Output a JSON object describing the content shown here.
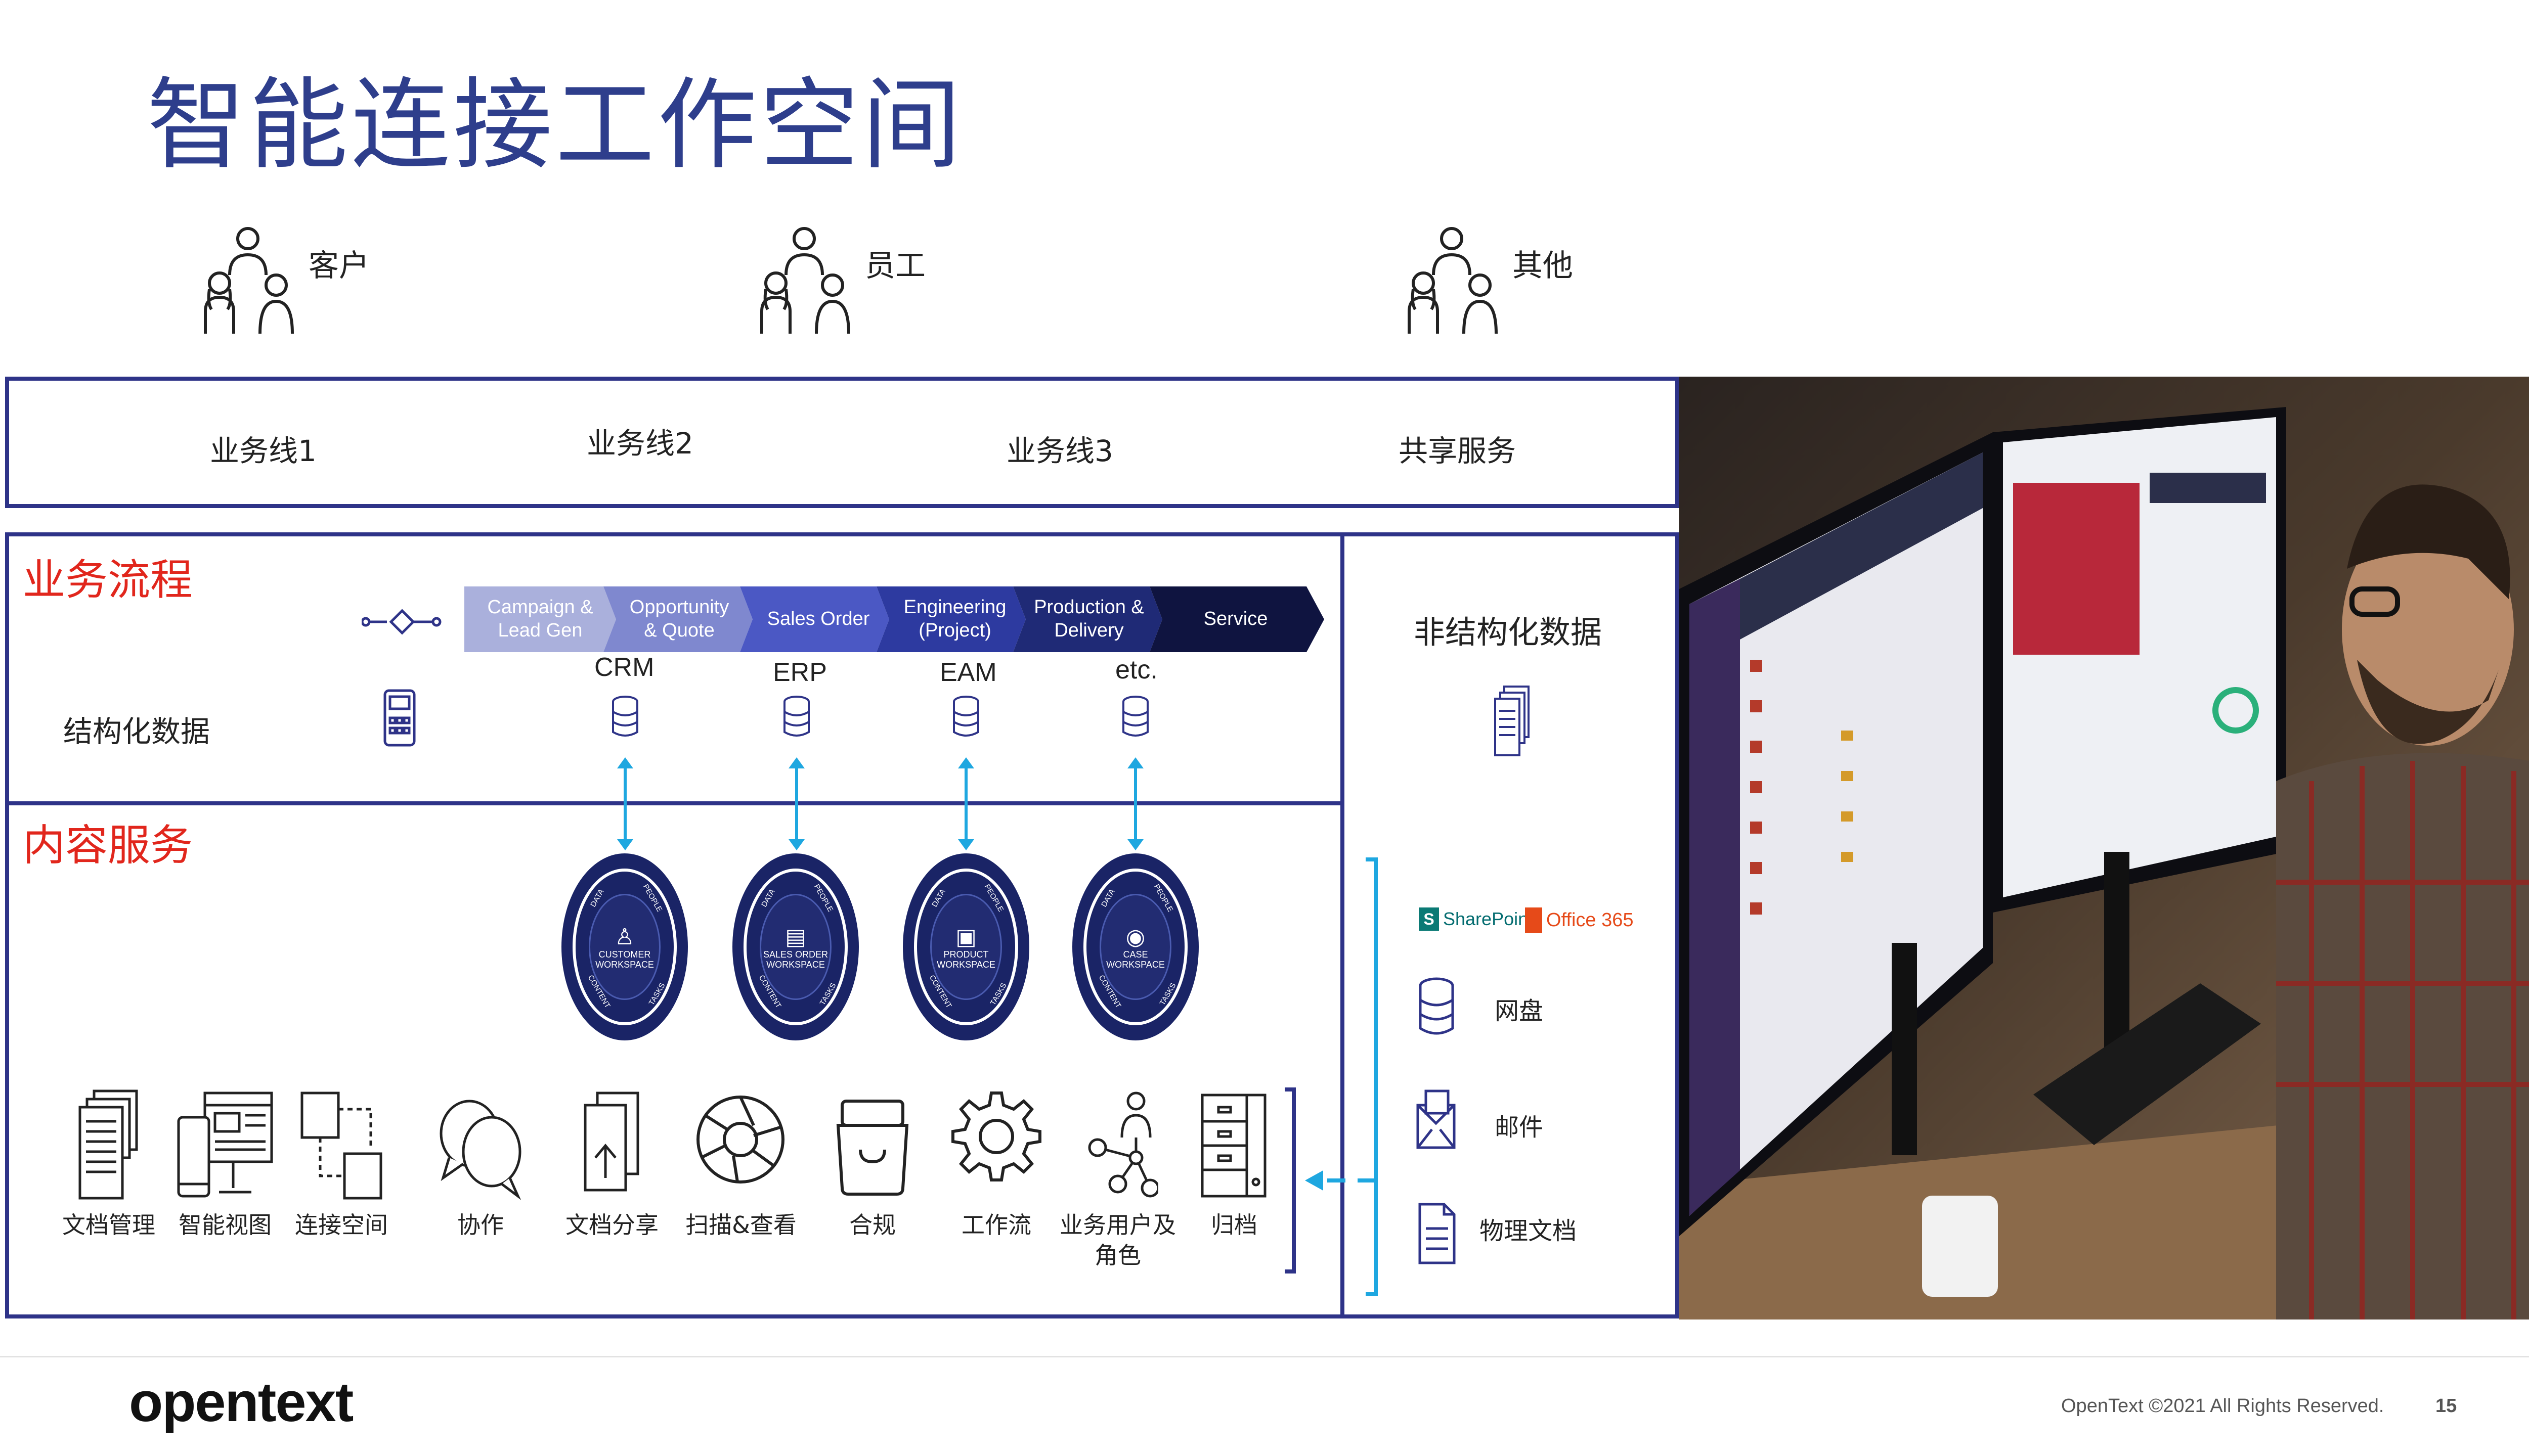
{
  "title": "智能连接工作空间",
  "personas": [
    {
      "label": "客户",
      "icon": "people-group-icon"
    },
    {
      "label": "员工",
      "icon": "people-group-icon"
    },
    {
      "label": "其他",
      "icon": "people-group-icon"
    }
  ],
  "lines_of_business": [
    "业务线1",
    "业务线2",
    "业务线3",
    "共享服务"
  ],
  "process": {
    "title": "业务流程",
    "structured_label": "结构化数据",
    "steps": [
      {
        "label": "Campaign &\nLead Gen",
        "color": "#aab0dc"
      },
      {
        "label": "Opportunity\n& Quote",
        "color": "#7f88cf"
      },
      {
        "label": "Sales Order",
        "color": "#4b58c4"
      },
      {
        "label": "Engineering\n(Project)",
        "color": "#2d3aa0"
      },
      {
        "label": "Production &\nDelivery",
        "color": "#1f2a76"
      },
      {
        "label": "Service",
        "color": "#0f1440"
      }
    ],
    "systems": [
      "CRM",
      "ERP",
      "EAM",
      "etc."
    ]
  },
  "content": {
    "title": "内容服务",
    "workspaces": [
      {
        "name": "CUSTOMER\nWORKSPACE"
      },
      {
        "name": "SALES ORDER\nWORKSPACE"
      },
      {
        "name": "PRODUCT\nWORKSPACE"
      },
      {
        "name": "CASE\nWORKSPACE"
      }
    ],
    "ring_labels": {
      "top_left": "DATA",
      "top_right": "PEOPLE",
      "bottom_left": "CONTENT",
      "bottom_right": "TASKS"
    },
    "tools": [
      {
        "label": "文档管理",
        "icon": "documents-icon"
      },
      {
        "label": "智能视图",
        "icon": "smart-view-icon"
      },
      {
        "label": "连接空间",
        "icon": "connected-space-icon"
      },
      {
        "label": "协作",
        "icon": "chat-bubbles-icon"
      },
      {
        "label": "文档分享",
        "icon": "document-share-icon"
      },
      {
        "label": "扫描&查看",
        "icon": "aperture-icon"
      },
      {
        "label": "合规",
        "icon": "archive-box-icon"
      },
      {
        "label": "工作流",
        "icon": "gear-icon"
      },
      {
        "label": "业务用户及\n角色",
        "icon": "user-network-icon"
      },
      {
        "label": "归档",
        "icon": "cabinet-icon"
      }
    ]
  },
  "unstructured": {
    "title": "非结构化数据",
    "sharepoint": "SharePoint",
    "office": "Office 365",
    "items": [
      {
        "label": "网盘",
        "icon": "database-icon"
      },
      {
        "label": "邮件",
        "icon": "mail-icon"
      },
      {
        "label": "物理文档",
        "icon": "document-icon"
      }
    ]
  },
  "footer": {
    "logo": "opentext",
    "copyright": "OpenText ©2021 All Rights Reserved.",
    "page": "15"
  },
  "colors": {
    "navy": "#2e3388",
    "title_blue": "#2e3e8c",
    "red": "#e1261c",
    "arrow_cyan": "#1ea7e0"
  }
}
